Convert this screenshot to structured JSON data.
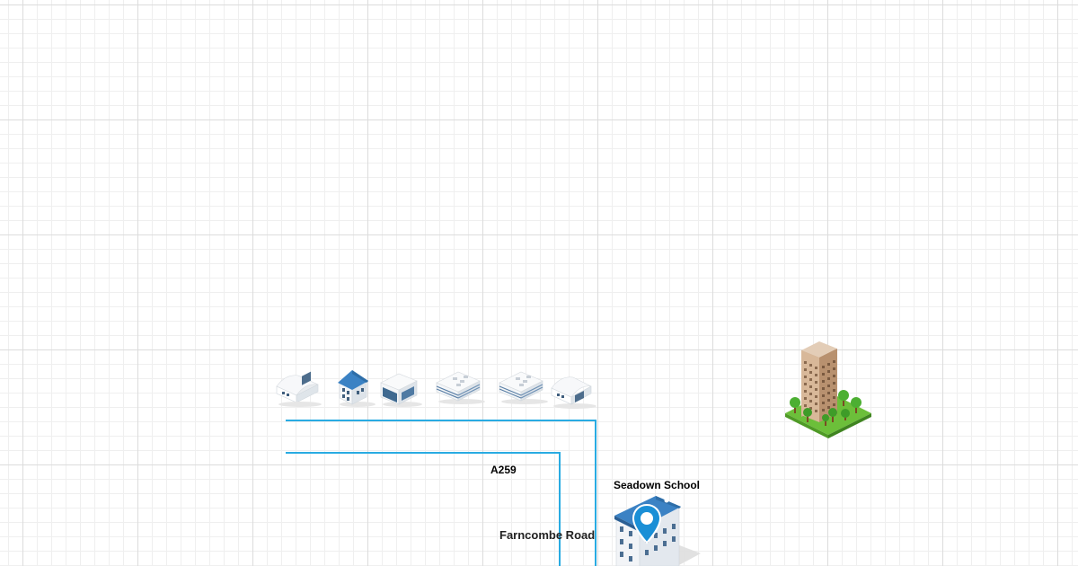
{
  "labels": {
    "road_number": "A259",
    "road_name": "Farncombe Road",
    "school_name": "Seadown School"
  },
  "colors": {
    "road_line": "#29abe2",
    "pin": "#1a8fd6",
    "roof_blue": "#3b82c4",
    "grass": "#6cbf3a",
    "tower": "#c9a98a"
  },
  "icons": [
    "warehouse-icon",
    "house-blue-roof-icon",
    "garage-icon",
    "office-building-icon",
    "office-building-icon",
    "warehouse-icon",
    "apartment-tower-park-icon",
    "school-building-icon",
    "location-pin-icon"
  ]
}
